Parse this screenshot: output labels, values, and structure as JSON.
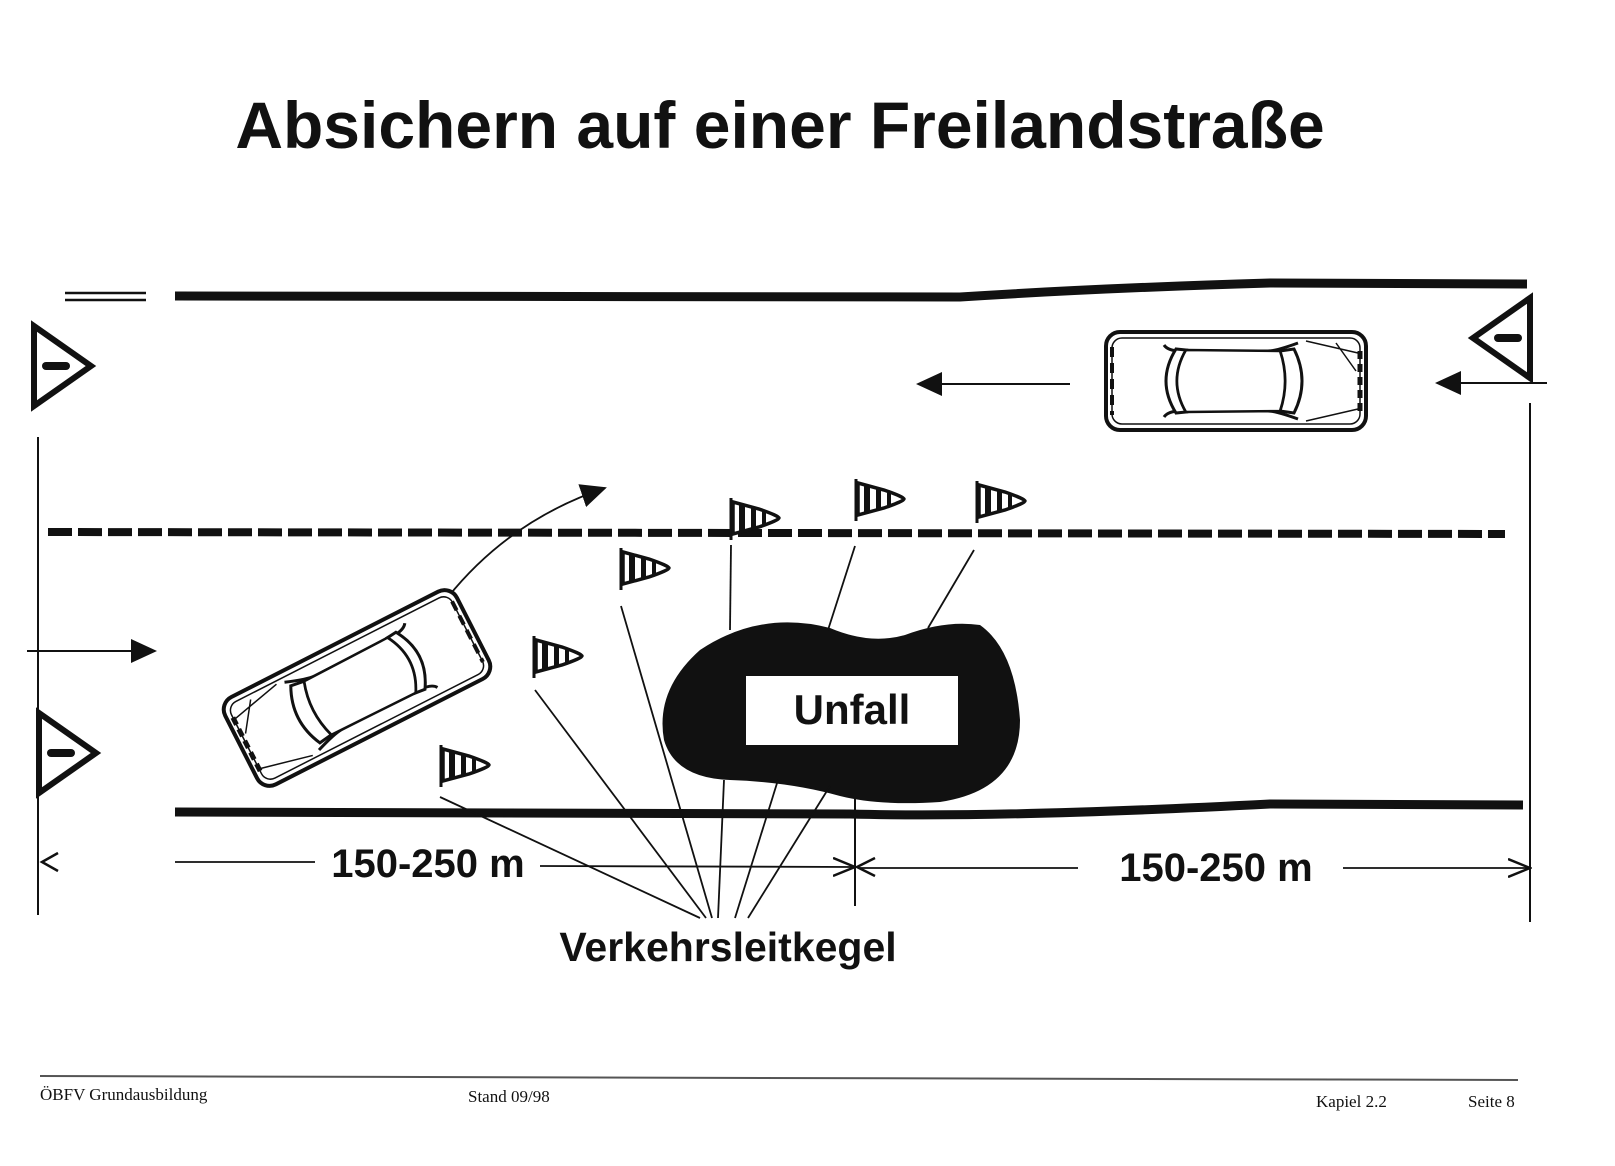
{
  "title": "Absichern auf einer Freilandstraße",
  "labels": {
    "accident": "Unfall",
    "distance_left": "150-250 m",
    "distance_right": "150-250 m",
    "cones": "Verkehrsleitkegel"
  },
  "footer": {
    "org": "ÖBFV Grundausbildung",
    "version": "Stand 09/98",
    "chapter": "Kapiel 2.2",
    "page": "Seite 8"
  },
  "colors": {
    "ink": "#111111",
    "paper": "#ffffff"
  }
}
